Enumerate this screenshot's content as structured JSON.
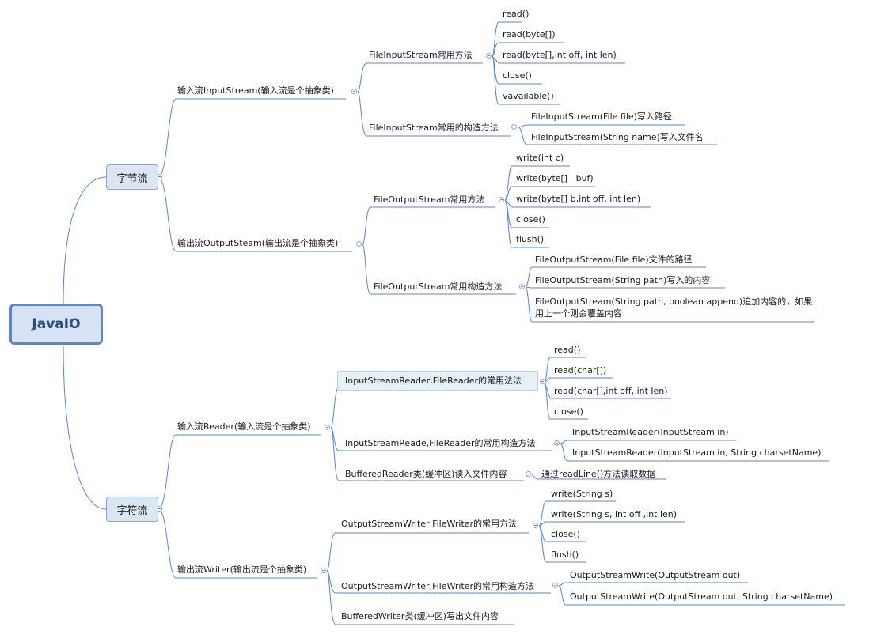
{
  "root": "JavaIO",
  "byte_stream": {
    "label": "字节流",
    "input": {
      "label": "输入流InputStream(输入流是个抽象类)",
      "methods": {
        "label": "FileInputStream常用方法",
        "items": [
          "read()",
          "read(byte[])",
          "read(byte[],int off, int len)",
          "close()",
          "vavailable()"
        ]
      },
      "constructors": {
        "label": "FileInputStream常用的构造方法",
        "items": [
          "FileInputStream(File file)写入路径",
          "FileInputStream(String name)写入文件名"
        ]
      }
    },
    "output": {
      "label": "输出流OutputSteam(输出流是个抽象类)",
      "methods": {
        "label": "FileOutputStream常用方法",
        "items": [
          "write(int c)",
          "write(byte[]   buf)",
          "write(byte[] b,int off, int len)",
          "close()",
          "flush()"
        ]
      },
      "constructors": {
        "label": "FileOutputStream常用构造方法",
        "items": [
          "FileOutputStream(File file)文件的路径",
          "FileOutputStream(String path)写入的内容",
          "FileOutputStream(String path, boolean append)追加内容的，如果用上一个则会覆盖内容"
        ]
      }
    }
  },
  "char_stream": {
    "label": "字符流",
    "reader": {
      "label": "输入流Reader(输入流是个抽象类)",
      "methods": {
        "label": "InputStreamReader,FileReader的常用法法",
        "items": [
          "read()",
          "read(char[])",
          "read(char[],int off, int len)",
          "close()"
        ]
      },
      "constructors": {
        "label": "InputStreamReade,FileReader的常用构造方法",
        "items": [
          "InputStreamReader(InputStream in)",
          "InputStreamReader(InputStream in, String charsetName)"
        ]
      },
      "buffered": {
        "label": "BufferedReader类(缓冲区)读入文件内容",
        "items": [
          "通过readLine()方法读取数据"
        ]
      }
    },
    "writer": {
      "label": "输出流Writer(输出流是个抽象类)",
      "methods": {
        "label": "OutputStreamWriter,FileWriter的常用方法",
        "items": [
          "write(String s)",
          "write(String s, int off ,int len)",
          "close()",
          "flush()"
        ]
      },
      "constructors": {
        "label": "OutputStreamWriter,FileWriter的常用构造方法",
        "items": [
          "OutputStreamWrite(OutputStream out)",
          "OutputStreamWrite(OutputStream out, String charsetName)"
        ]
      },
      "buffered": {
        "label": "BufferedWriter类(缓冲区)写出文件内容"
      }
    }
  },
  "colors": {
    "line": "#5b87c5",
    "root_fill": "#d7e3f4",
    "root_border": "#5e86c1"
  }
}
